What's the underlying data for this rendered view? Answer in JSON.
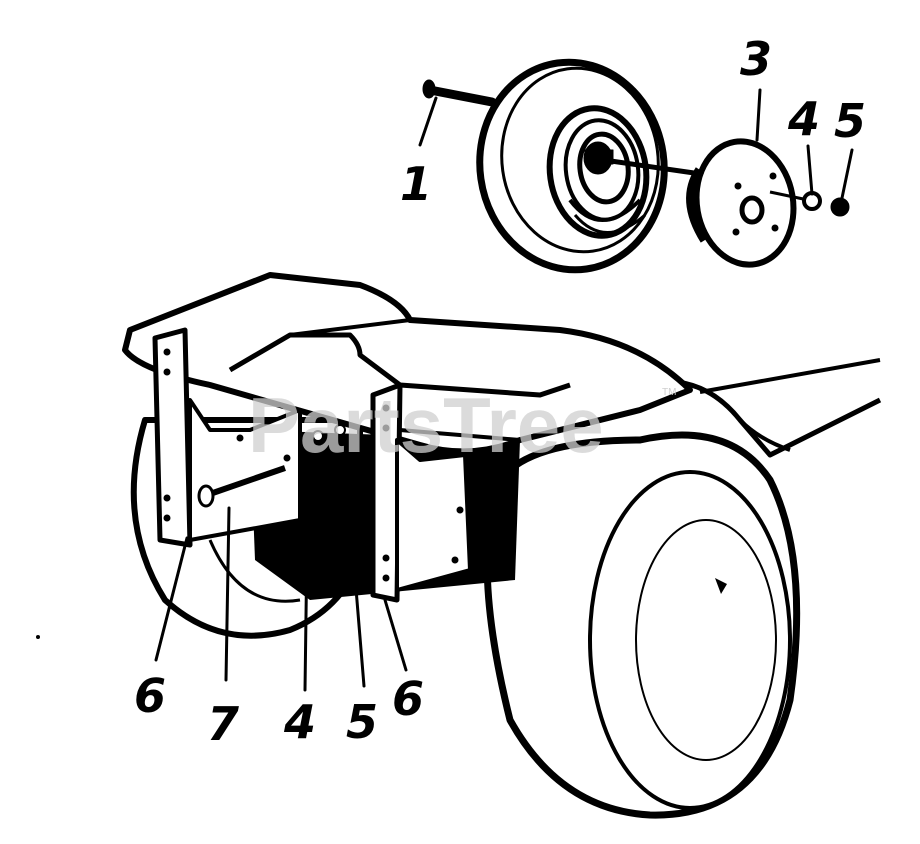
{
  "watermark": {
    "text": "PartsTree",
    "trademark": "TM"
  },
  "callouts": [
    {
      "id": "c1",
      "label": "1",
      "part": "bolt"
    },
    {
      "id": "c3",
      "label": "3",
      "part": "hub-cap"
    },
    {
      "id": "c4a",
      "label": "4",
      "part": "washer"
    },
    {
      "id": "c5a",
      "label": "5",
      "part": "nut"
    },
    {
      "id": "c6a",
      "label": "6",
      "part": "bracket"
    },
    {
      "id": "c7",
      "label": "7",
      "part": "bolt"
    },
    {
      "id": "c4b",
      "label": "4",
      "part": "washer"
    },
    {
      "id": "c5b",
      "label": "5",
      "part": "nut"
    },
    {
      "id": "c6b",
      "label": "6",
      "part": "bracket"
    }
  ]
}
